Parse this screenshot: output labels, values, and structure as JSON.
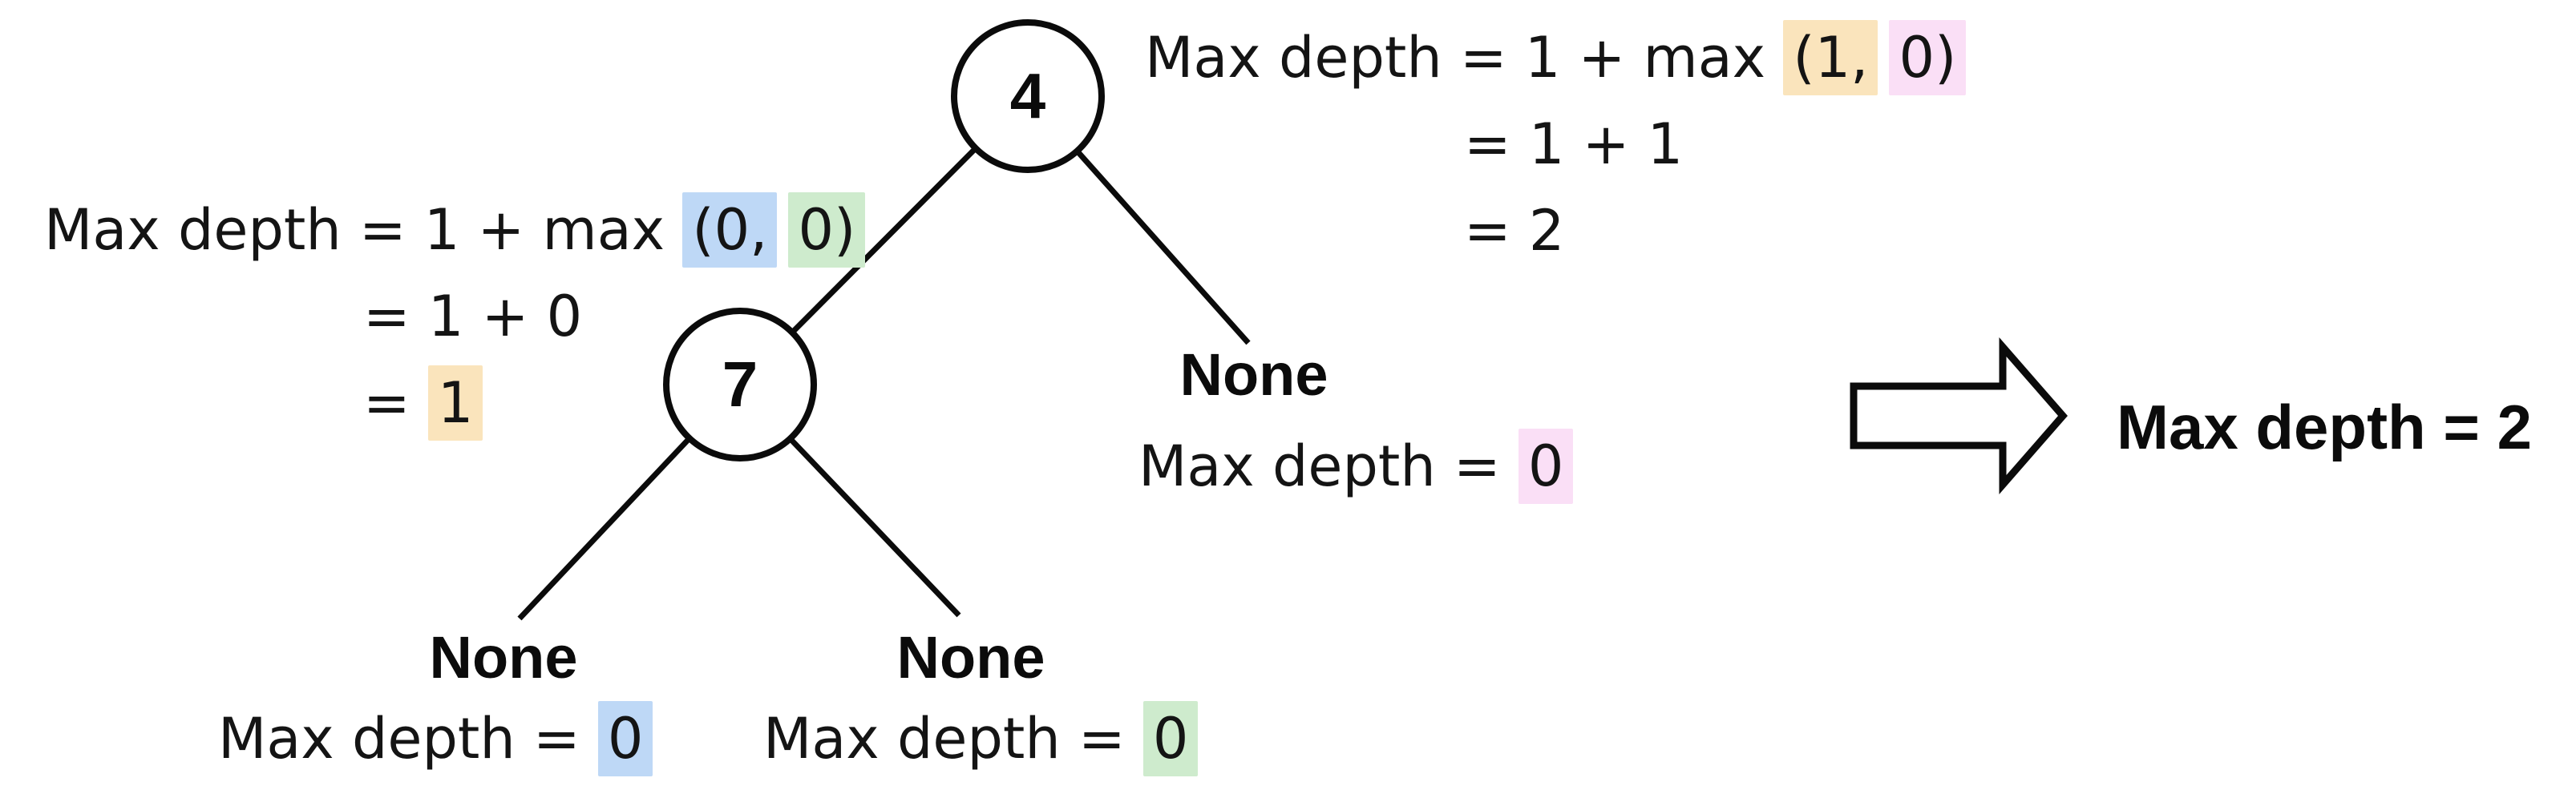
{
  "palette": {
    "orange": "#FAE4BC",
    "pink": "#FADFF6",
    "blue": "#BED8F6",
    "green": "#CEEBCD",
    "ink": "#0b0b0b"
  },
  "tree": {
    "root_node": {
      "label": "4"
    },
    "left_node": {
      "label": "7"
    },
    "root_right_leaf": {
      "label": "None"
    },
    "left_node_left_leaf": {
      "label": "None"
    },
    "left_node_right_leaf": {
      "label": "None"
    }
  },
  "annotations": {
    "root_calc": {
      "line1_prefix": "Max depth = 1 + max ",
      "arg_left": "(1,",
      "arg_right": "0)",
      "line2": "= 1 + 1",
      "line3": "= 2"
    },
    "left_node_calc": {
      "line1_prefix": "Max depth = 1 + max ",
      "arg_left": "(0,",
      "arg_right": "0)",
      "line2": "= 1 + 0",
      "line3_prefix": "= ",
      "line3_value": "1"
    },
    "root_right_leaf_calc": {
      "prefix": "Max depth = ",
      "value": "0"
    },
    "left_node_left_leaf_calc": {
      "prefix": "Max depth = ",
      "value": "0"
    },
    "left_node_right_leaf_calc": {
      "prefix": "Max depth = ",
      "value": "0"
    }
  },
  "result": {
    "label": "Max depth = 2"
  },
  "icons": {
    "arrow": "right-block-arrow"
  }
}
